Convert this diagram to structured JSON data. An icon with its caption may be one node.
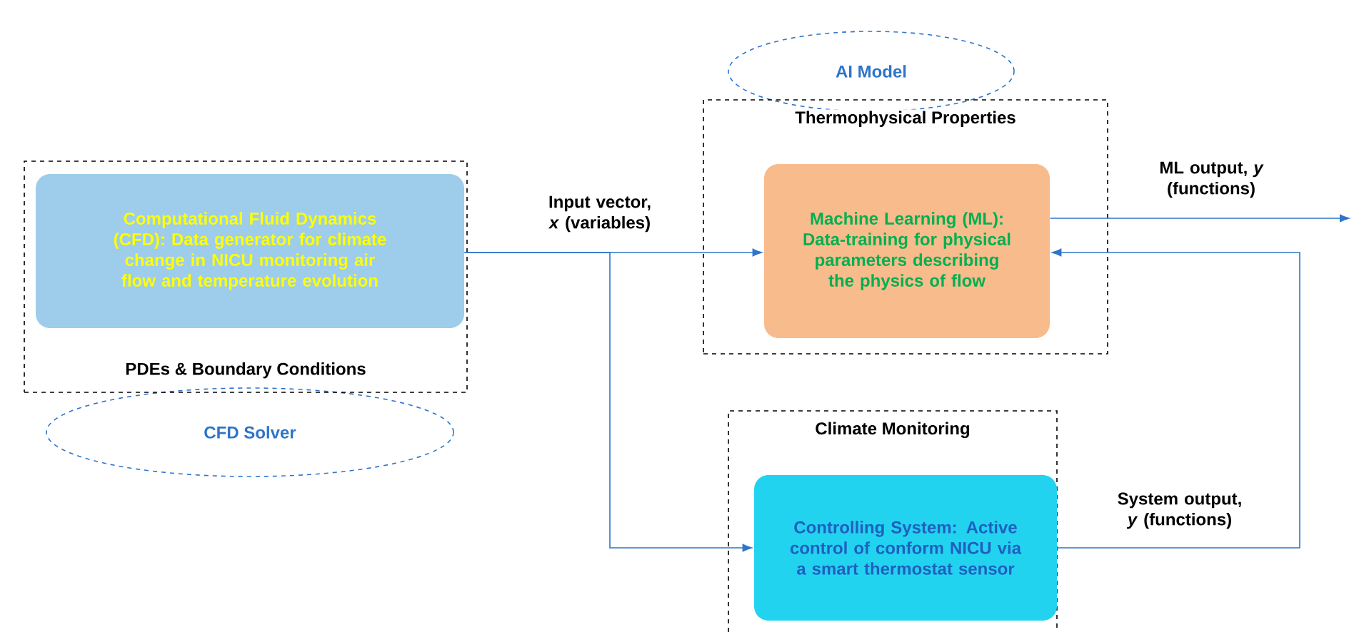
{
  "diagram": {
    "nodes": [
      {
        "text": [
          "PDEs & Boundary Conditions"
        ]
      },
      {
        "text": [
          "Computational Fluid Dynamics (CFD): Data generator for climate change in NICU monitoring air flow and temperature evolution"
        ],
        "in": 0
      },
      {
        "text": [
          "CFD Solver"
        ]
      },
      {
        "text": [
          "AI Model"
        ]
      },
      {
        "text": [
          "Thermophysical Properties"
        ]
      },
      {
        "text": [
          "Machine Learning (ML): Data-training for physical parameters describing the physics of flow"
        ],
        "in": 4
      },
      {
        "text": [
          "Climate Monitoring"
        ]
      },
      {
        "text": [
          "Controlling System: Active control of conform NICU via a smart thermostat sensor"
        ],
        "in": 6
      }
    ],
    "edges": [
      {
        "from": 1,
        "to": 5,
        "arrow": "to",
        "label": "Input vector, *x* (variables)"
      },
      {
        "from": 1,
        "to": 7,
        "arrow": "to"
      },
      {
        "from": 5,
        "to": null,
        "arrow": "to",
        "label": "ML output, *y* (functions)"
      },
      {
        "from": 7,
        "to": 5,
        "arrow": "to",
        "label": "System output, *y* (functions)"
      }
    ]
  }
}
